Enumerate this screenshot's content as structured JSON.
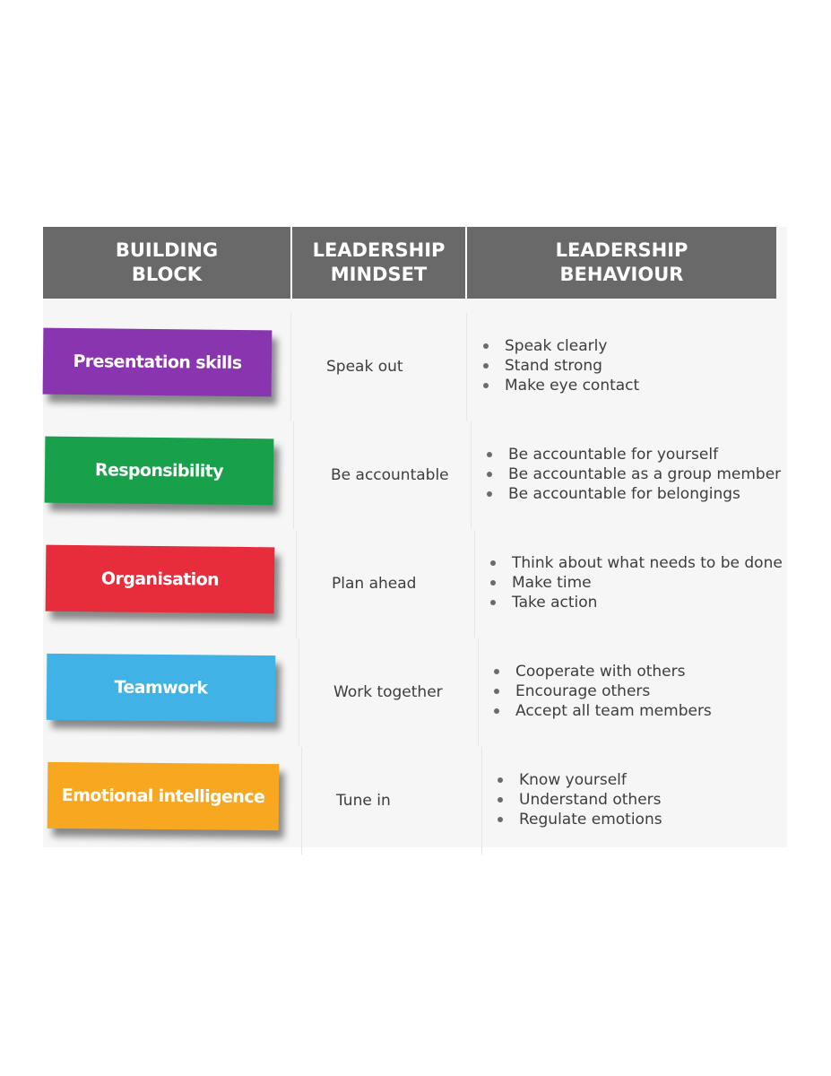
{
  "header": {
    "col1": "BUILDING\nBLOCK",
    "col2": "LEADERSHIP\nMINDSET",
    "col3": "LEADERSHIP\nBEHAVIOUR"
  },
  "colors": {
    "header_bg": "#6a6969",
    "purple": "#8a35b0",
    "green": "#19a04a",
    "red": "#e72d3c",
    "blue": "#40b2e6",
    "orange": "#f8a820"
  },
  "rows": [
    {
      "block": "Presentation skills",
      "color": "#8a35b0",
      "mindset": "Speak out",
      "behaviours": [
        "Speak clearly",
        "Stand strong",
        "Make eye contact"
      ]
    },
    {
      "block": "Responsibility",
      "color": "#19a04a",
      "mindset": "Be accountable",
      "behaviours": [
        "Be accountable for yourself",
        "Be accountable as a group member",
        "Be accountable for belongings"
      ]
    },
    {
      "block": "Organisation",
      "color": "#e72d3c",
      "mindset": "Plan ahead",
      "behaviours": [
        "Think about what needs to be done",
        "Make time",
        "Take action"
      ]
    },
    {
      "block": "Teamwork",
      "color": "#40b2e6",
      "mindset": "Work together",
      "behaviours": [
        "Cooperate with others",
        "Encourage others",
        "Accept all team members"
      ]
    },
    {
      "block": "Emotional intelligence",
      "color": "#f8a820",
      "mindset": "Tune in",
      "behaviours": [
        "Know yourself",
        "Understand others",
        "Regulate emotions"
      ]
    }
  ]
}
